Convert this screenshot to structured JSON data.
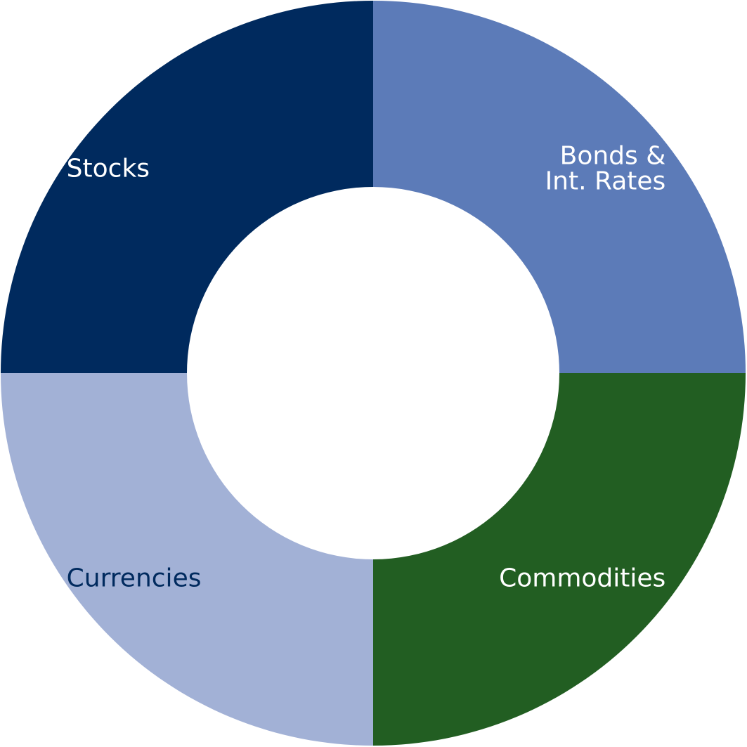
{
  "chart_data": {
    "type": "pie",
    "donut": true,
    "title": "",
    "slices": [
      {
        "label_lines": [
          "Bonds &",
          "Int. Rates"
        ],
        "value": 25,
        "color": "#5c7bb8",
        "label_color": "#ffffff"
      },
      {
        "label_lines": [
          "Commodities"
        ],
        "value": 25,
        "color": "#225e22",
        "label_color": "#ffffff"
      },
      {
        "label_lines": [
          "Currencies"
        ],
        "value": 25,
        "color": "#a2b1d6",
        "label_color": "#002a5e"
      },
      {
        "label_lines": [
          "Stocks"
        ],
        "value": 25,
        "color": "#002a5e",
        "label_color": "#ffffff"
      }
    ],
    "legend": "none",
    "grid": false
  }
}
